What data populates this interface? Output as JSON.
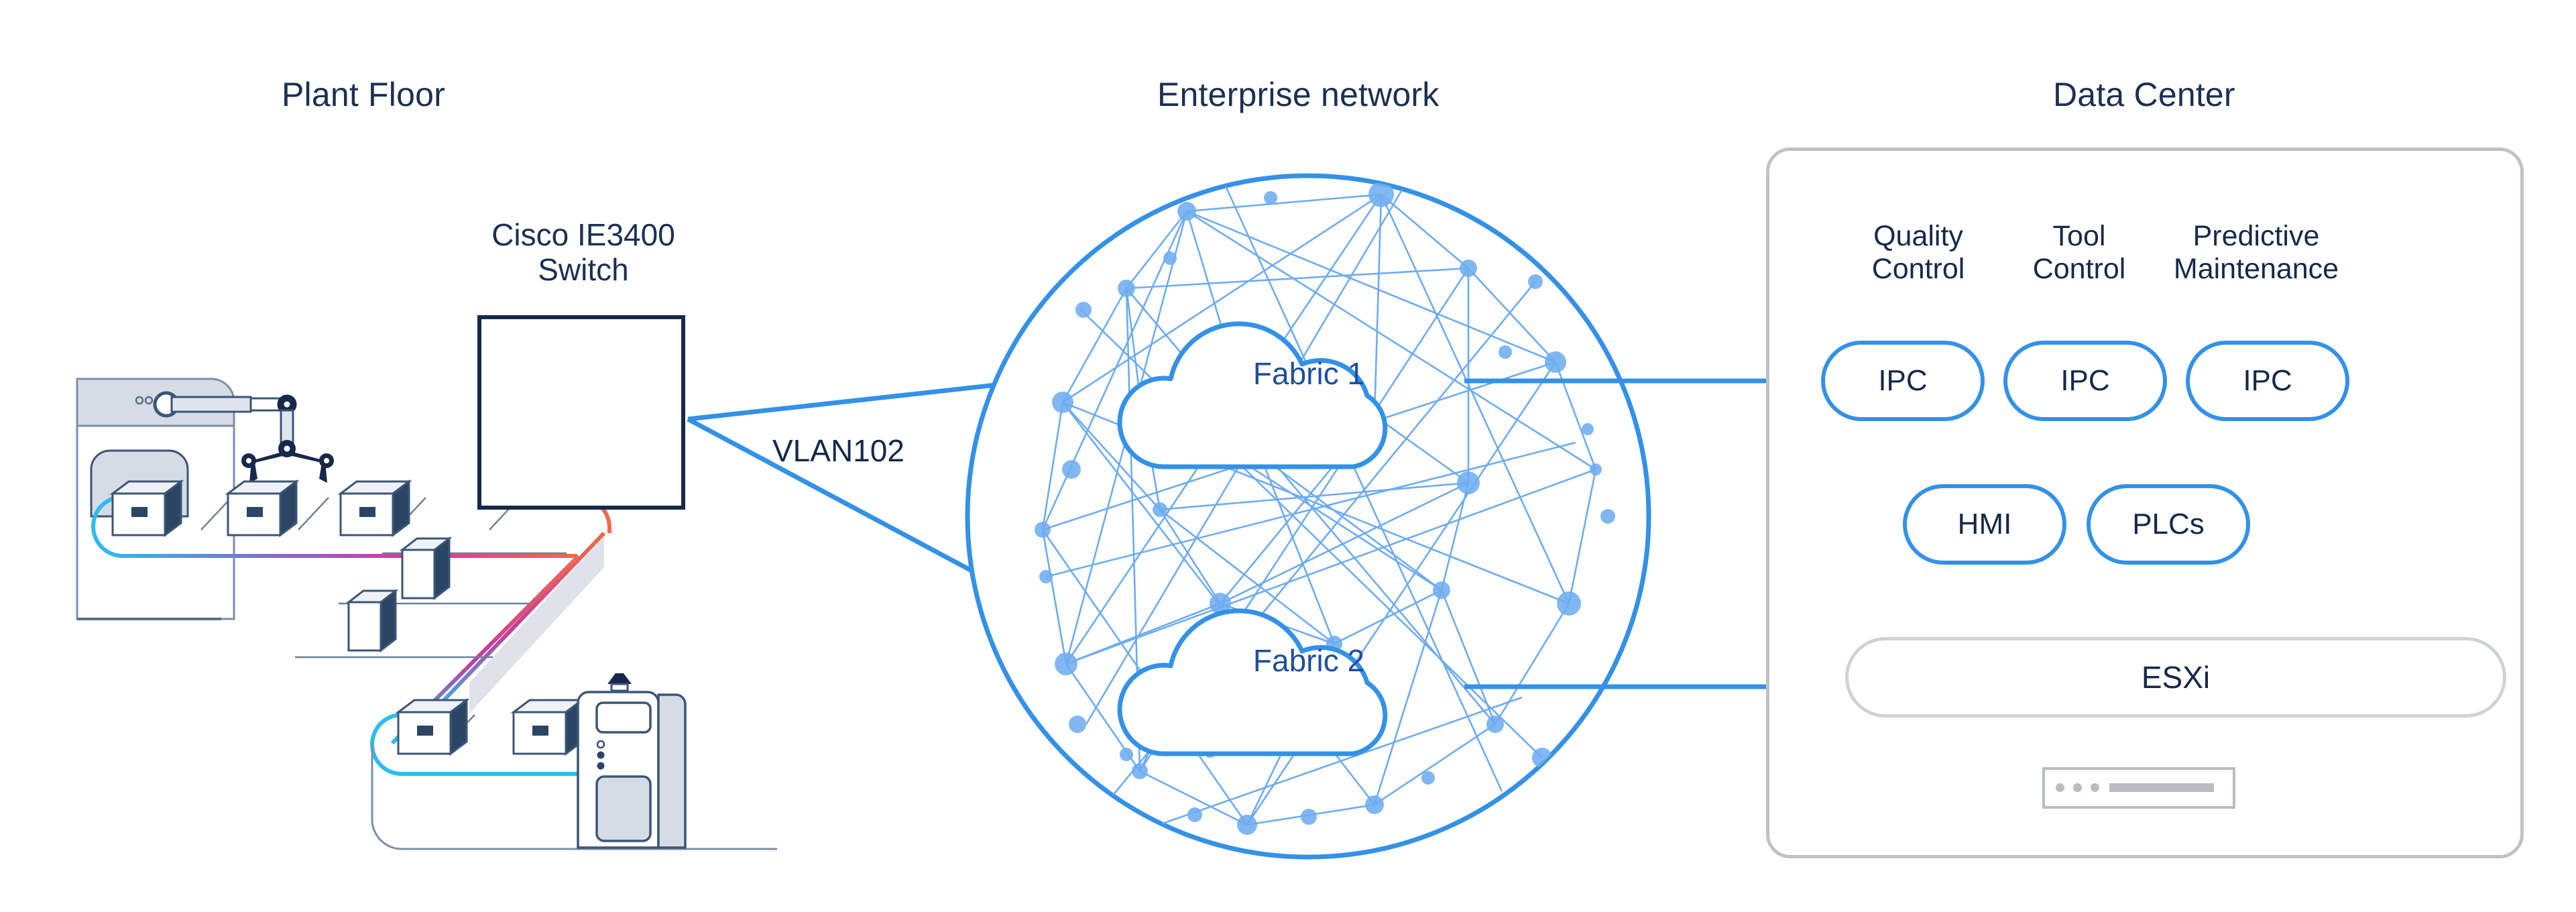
{
  "zones": {
    "plant_floor": "Plant Floor",
    "enterprise_network": "Enterprise network",
    "data_center": "Data Center"
  },
  "plant_floor": {
    "switch_label_line1": "Cisco IE3400",
    "switch_label_line2": "Switch",
    "switch_icon": "bidirectional-arrows-icon",
    "illustration": "factory-robot-arm-conveyor-illustration",
    "conveyor_boxes": 7,
    "link_label": "VLAN102"
  },
  "enterprise_network": {
    "sphere_icon": "network-mesh-sphere-icon",
    "mesh_node_count": 42,
    "clouds": [
      {
        "label": "Fabric 1"
      },
      {
        "label": "Fabric 2"
      }
    ]
  },
  "data_center": {
    "column_labels": [
      "Quality\nControl",
      "Tool\nControl",
      "Predictive\nMaintenance"
    ],
    "column_labels_flat": [
      "Quality Control",
      "Tool Control",
      "Predictive Maintenance"
    ],
    "ipc_pills": [
      "IPC",
      "IPC",
      "IPC"
    ],
    "secondary_pills": [
      "HMI",
      "PLCs"
    ],
    "hypervisor": "ESXi",
    "server_icon": "rack-server-icon"
  },
  "links": [
    {
      "from": "Cisco IE3400 Switch",
      "to": "Fabric 1",
      "label": "VLAN102"
    },
    {
      "from": "Cisco IE3400 Switch",
      "to": "Fabric 2",
      "label": "VLAN102"
    },
    {
      "from": "Fabric 1",
      "to": "Data Center IPC row",
      "label": ""
    },
    {
      "from": "Fabric 2",
      "to": "Data Center ESXi",
      "label": ""
    }
  ],
  "colors": {
    "navy_text": "#16294a",
    "accent_blue": "#3391e8",
    "link_blue": "#3391e8",
    "mesh_blue": "#62a6ef",
    "panel_gray": "#bfc3c7",
    "fabric_text": "#1f4e9c",
    "conveyor_cyan": "#2bbdf0",
    "conveyor_magenta": "#e0349a",
    "conveyor_orange": "#f7a13b"
  }
}
